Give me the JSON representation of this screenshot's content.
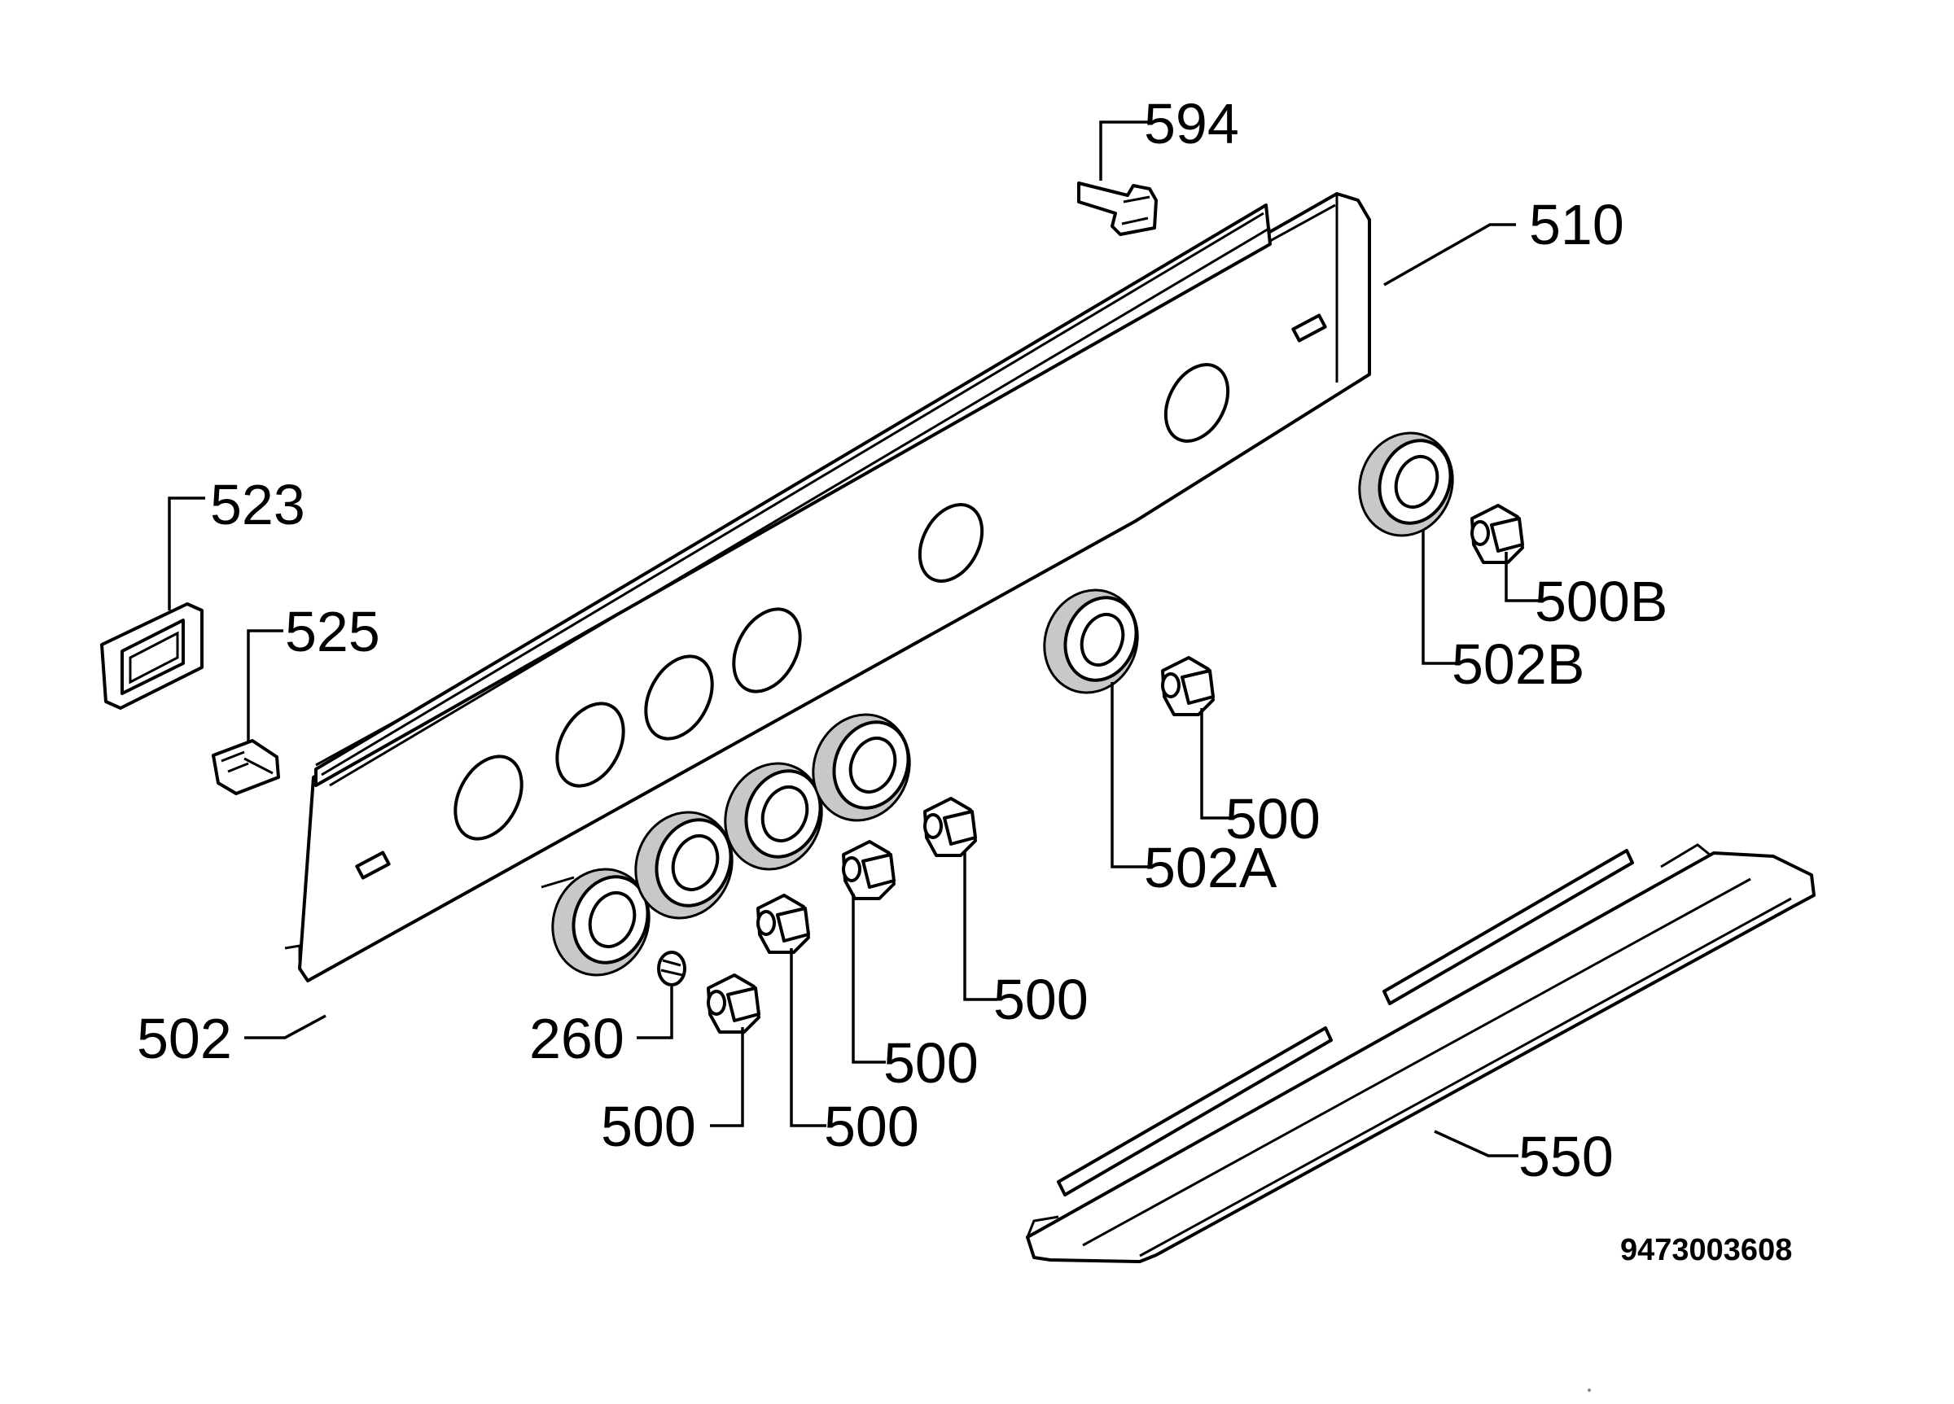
{
  "labels": {
    "p594": "594",
    "p510": "510",
    "p523": "523",
    "p525": "525",
    "p500b": "500B",
    "p502b": "502B",
    "p500_a": "500",
    "p502a": "502A",
    "p500_b": "500",
    "p500_c": "500",
    "p502": "502",
    "p260": "260",
    "p500_d": "500",
    "p500_e": "500",
    "p550": "550"
  },
  "document_number": "9473003608"
}
